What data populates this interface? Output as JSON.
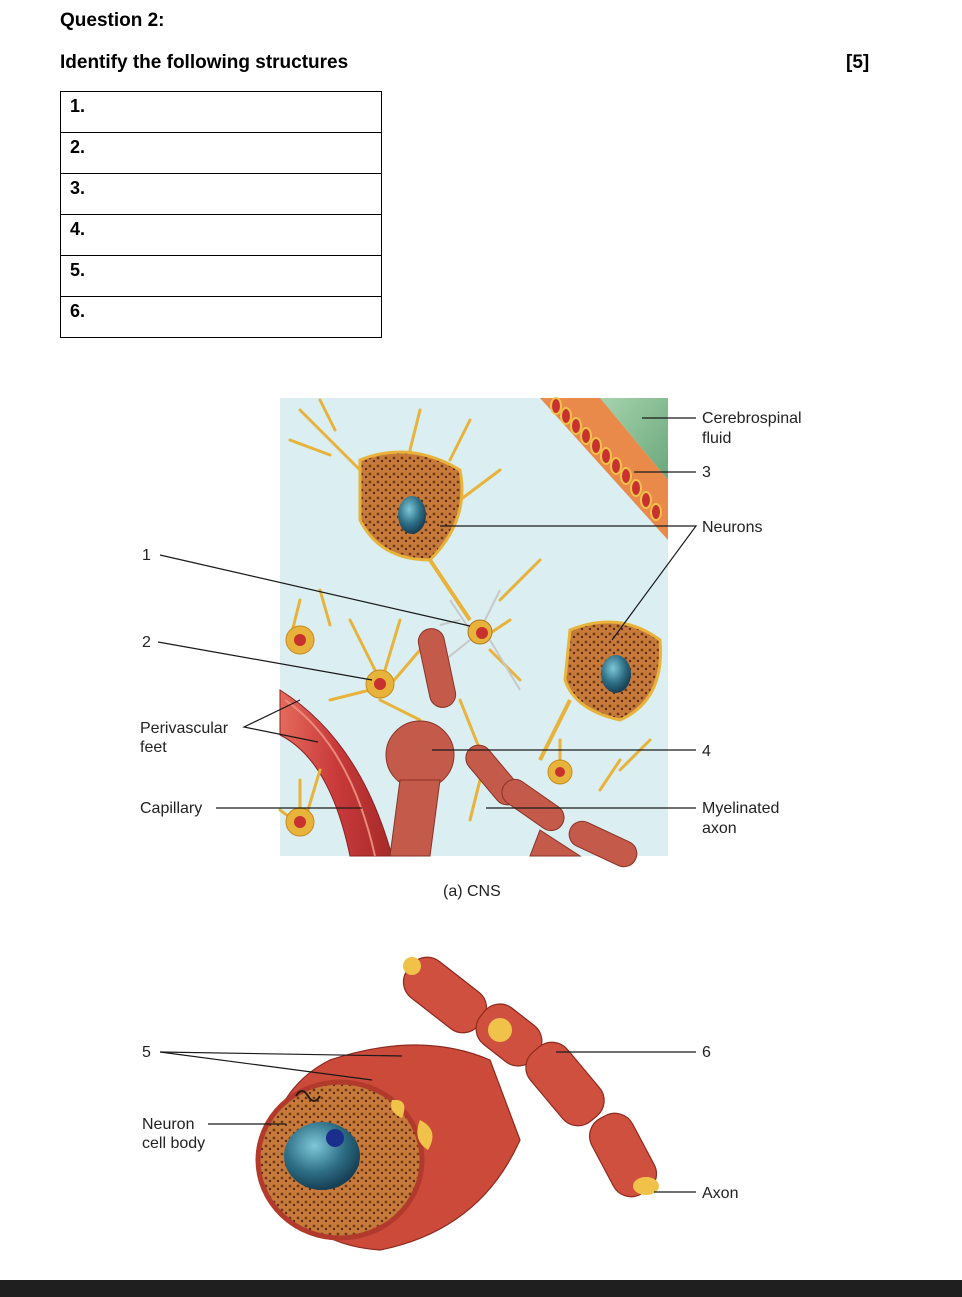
{
  "question": {
    "title": "Question 2:",
    "instruction": "Identify the following structures",
    "marks": "[5]"
  },
  "answer_rows": [
    "1.",
    "2.",
    "3.",
    "4.",
    "5.",
    "6."
  ],
  "figure_a": {
    "caption": "(a) CNS",
    "labels": {
      "csf_line1": "Cerebrospinal",
      "csf_line2": "fluid",
      "n3": "3",
      "neurons": "Neurons",
      "n1": "1",
      "n2": "2",
      "perivascular_line1": "Perivascular",
      "perivascular_line2": "feet",
      "n4": "4",
      "capillary": "Capillary",
      "myelinated_line1": "Myelinated",
      "myelinated_line2": "axon"
    }
  },
  "figure_b": {
    "labels": {
      "n5": "5",
      "n6": "6",
      "neuron_line1": "Neuron",
      "neuron_line2": "cell body",
      "axon": "Axon"
    }
  },
  "colors": {
    "astrocyte": "#e7b33b",
    "capillary": "#c93a3a",
    "csf": "#8cc29a",
    "nucleus": "#2e6f86",
    "oligodendrocyte": "#c45a4a",
    "background": "#dbeff3"
  }
}
